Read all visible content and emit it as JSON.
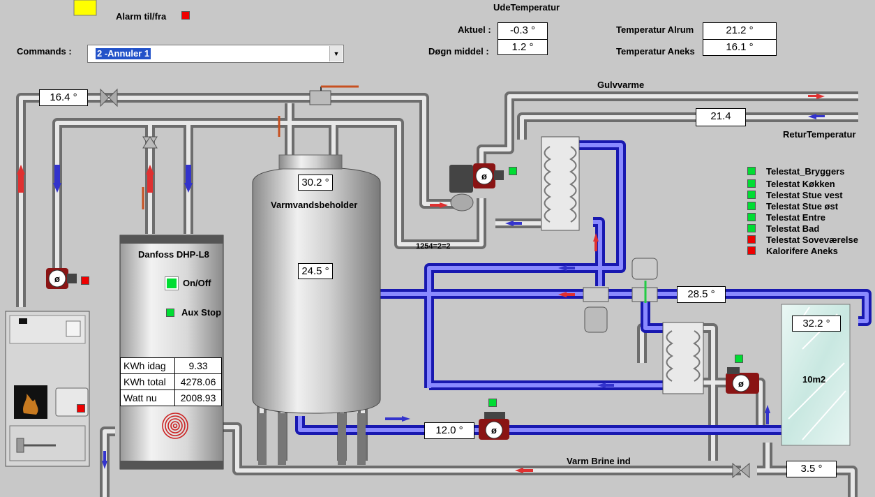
{
  "header": {
    "alarm_label": "Alarm til/fra",
    "commands_label": "Commands :",
    "commands_value": "2 -Annuler 1",
    "ude_title": "UdeTemperatur",
    "aktuel_label": "Aktuel :",
    "aktuel_value": "-0.3 °",
    "dogn_label": "Døgn middel :",
    "dogn_value": "1.2 °",
    "alrum_label": "Temperatur Alrum",
    "alrum_value": "21.2 °",
    "aneks_label": "Temperatur Aneks",
    "aneks_value": "16.1 °"
  },
  "system": {
    "gulvvarme_label": "Gulvvarme",
    "retur_label": "ReturTemperatur",
    "retur_value": "21.4",
    "pipe_top_temp": "16.4 °",
    "tank_top_temp": "30.2 °",
    "tank_label": "Varmvandsbeholder",
    "tank_mid_temp": "24.5 °",
    "pipe_mid_temp": "28.5 °",
    "solar_temp": "32.2 °",
    "solar_area": "10m2",
    "bottom_pipe_temp": "12.0 °",
    "brine_label": "Varm Brine ind",
    "brine_temp": "3.5 °",
    "valve_code": "1254=2=2"
  },
  "heatpump": {
    "name": "Danfoss DHP-L8",
    "onoff_label": "On/Off",
    "aux_label": "Aux Stop",
    "rows": [
      {
        "label": "KWh idag",
        "value": "9.33"
      },
      {
        "label": "KWh total",
        "value": "4278.06"
      },
      {
        "label": "Watt nu",
        "value": "2008.93"
      }
    ]
  },
  "telestats": [
    {
      "label": "Telestat_Bryggers",
      "status": "green"
    },
    {
      "label": "Telestat Køkken",
      "status": "green"
    },
    {
      "label": "Telestat Stue vest",
      "status": "green"
    },
    {
      "label": "Telestat Stue øst",
      "status": "green"
    },
    {
      "label": "Telestat Entre",
      "status": "green"
    },
    {
      "label": "Telestat Bad",
      "status": "green"
    },
    {
      "label": "Telestat Soveværelse",
      "status": "red"
    },
    {
      "label": "Kalorifere Aneks",
      "status": "red"
    }
  ],
  "colors": {
    "pipe_gray": "#9a9a9a",
    "pipe_blue": "#2222cc",
    "led_green": "#00dd33",
    "led_red": "#ee0000",
    "background": "#c8c8c8"
  },
  "icons": [
    "pump-icon",
    "valve-icon",
    "heat-exchanger-icon",
    "fire-icon",
    "spiral-coil-icon",
    "flow-arrow-icon"
  ]
}
